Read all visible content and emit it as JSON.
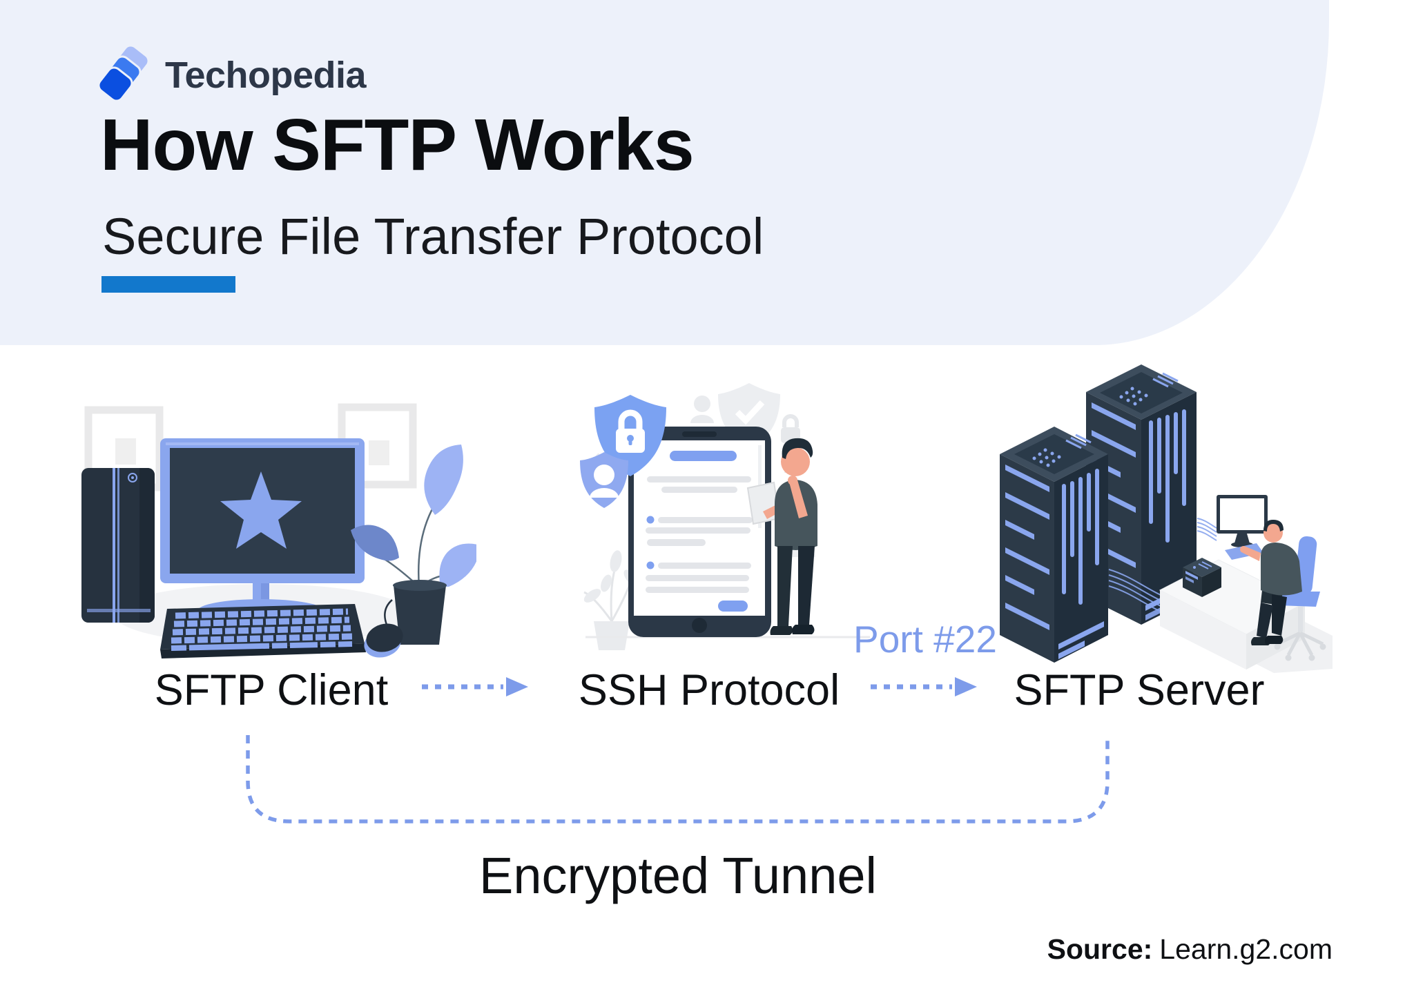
{
  "page": {
    "background": "#ffffff",
    "header_background": "#edf1fa",
    "accent": "#7d9bea",
    "dark_navy": "#2b3947",
    "underline_color": "#1278cc"
  },
  "header": {
    "brand": "Techopedia",
    "title": "How SFTP Works",
    "subtitle": "Secure File Transfer Protocol"
  },
  "diagram": {
    "nodes": [
      {
        "id": "client",
        "label": "SFTP Client",
        "illustration": "desktop-computer-workstation"
      },
      {
        "id": "ssh",
        "label": "SSH Protocol",
        "illustration": "tablet-with-security-shields-and-person"
      },
      {
        "id": "server",
        "label": "SFTP Server",
        "illustration": "server-racks-with-admin-at-desk"
      }
    ],
    "connections": [
      {
        "from": "client",
        "to": "ssh",
        "annotation": ""
      },
      {
        "from": "ssh",
        "to": "server",
        "annotation": "Port #22"
      }
    ],
    "port_label": "Port #22",
    "tunnel_label": "Encrypted Tunnel"
  },
  "footer": {
    "source_label": "Source:",
    "source_value": "Learn.g2.com"
  }
}
